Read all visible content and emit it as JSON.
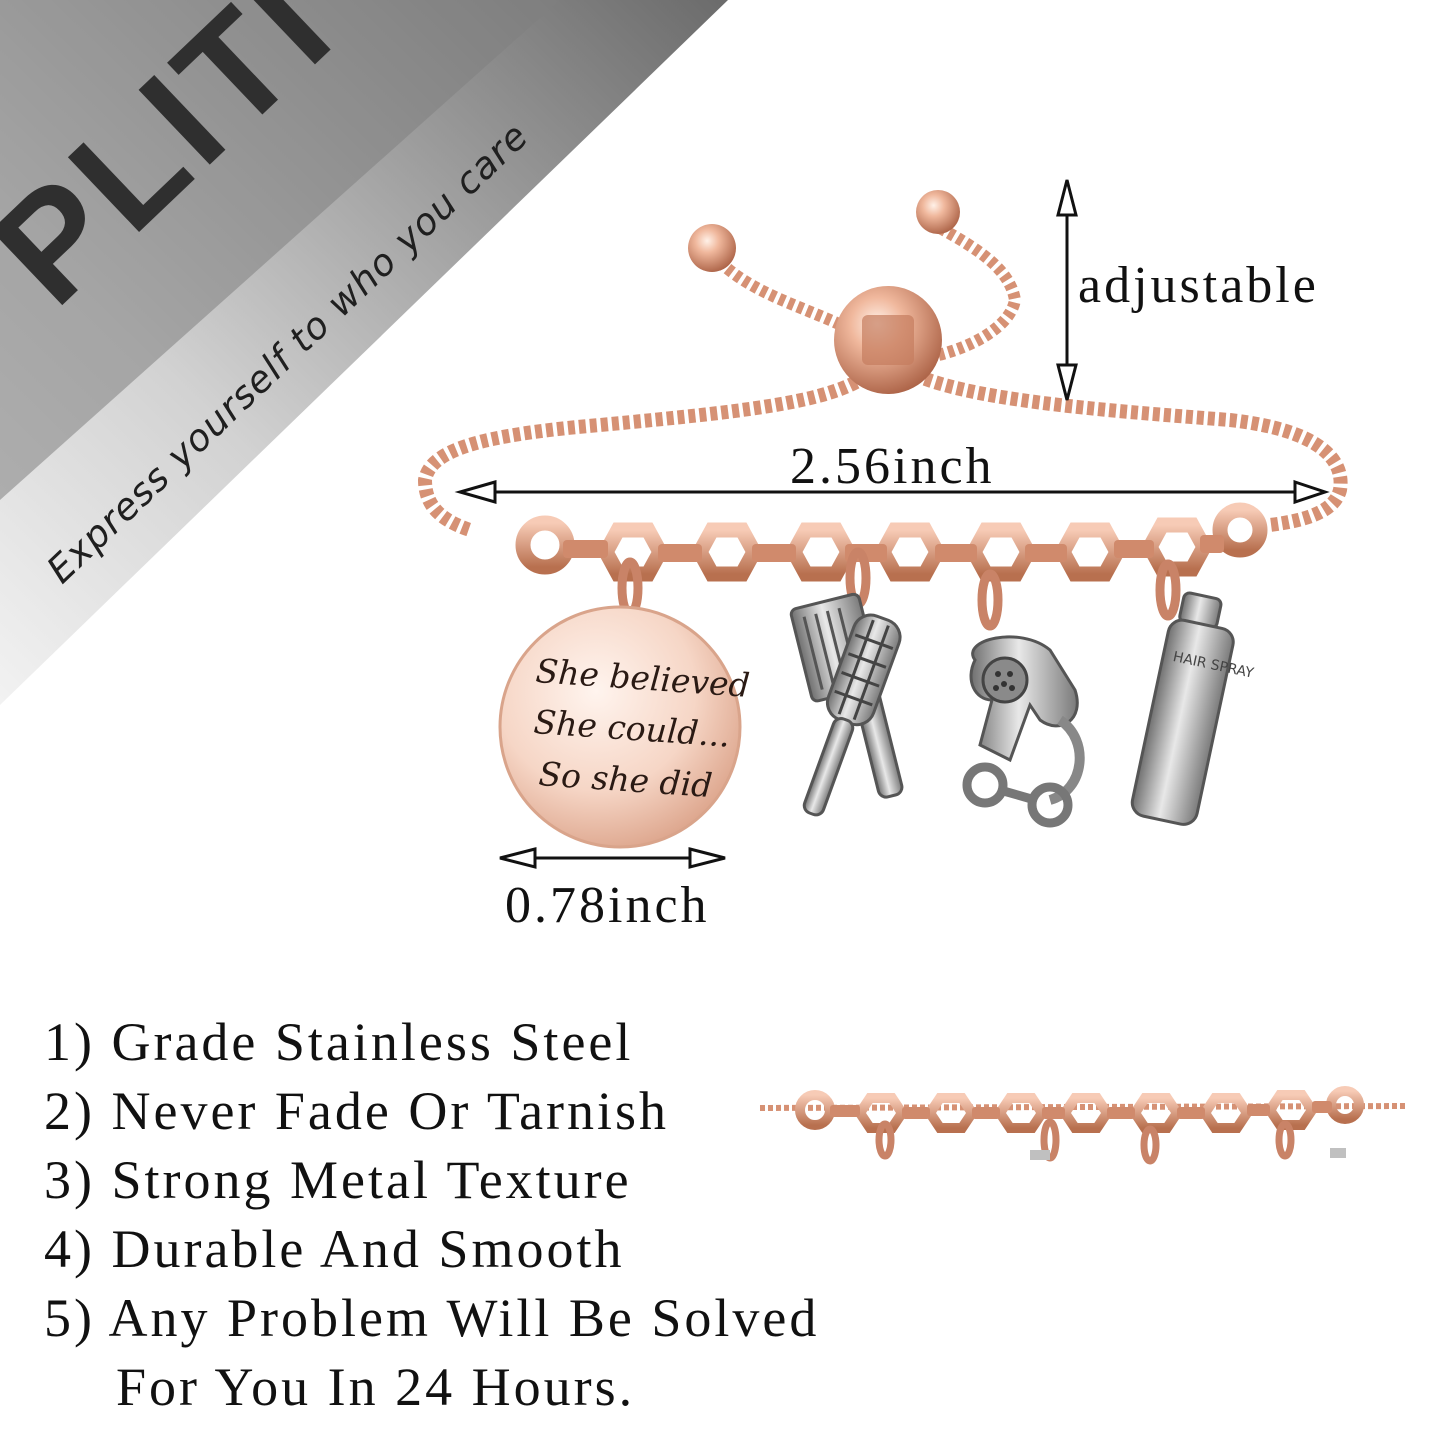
{
  "brand": {
    "name": "PLITI",
    "tagline": "Express yourself to who you care"
  },
  "charm": {
    "line1": "She believed",
    "line2": "She could...",
    "line3": "So she did"
  },
  "spray_label": "HAIR SPRAY",
  "dimensions": {
    "adjustable": "adjustable",
    "width": "2.56inch",
    "charm_diameter": "0.78inch"
  },
  "features": [
    "1) Grade Stainless Steel",
    "2) Never Fade Or Tarnish",
    "3) Strong Metal Texture",
    "4) Durable And Smooth",
    "5) Any Problem Will Be Solved",
    "For You In 24 Hours."
  ],
  "colors": {
    "rose_gold": "#e6a98e",
    "rose_gold_dark": "#b86f52",
    "silver": "#b9b9b9",
    "banner_dark": "#6e6e6e",
    "banner_light": "#e4e4e4"
  }
}
